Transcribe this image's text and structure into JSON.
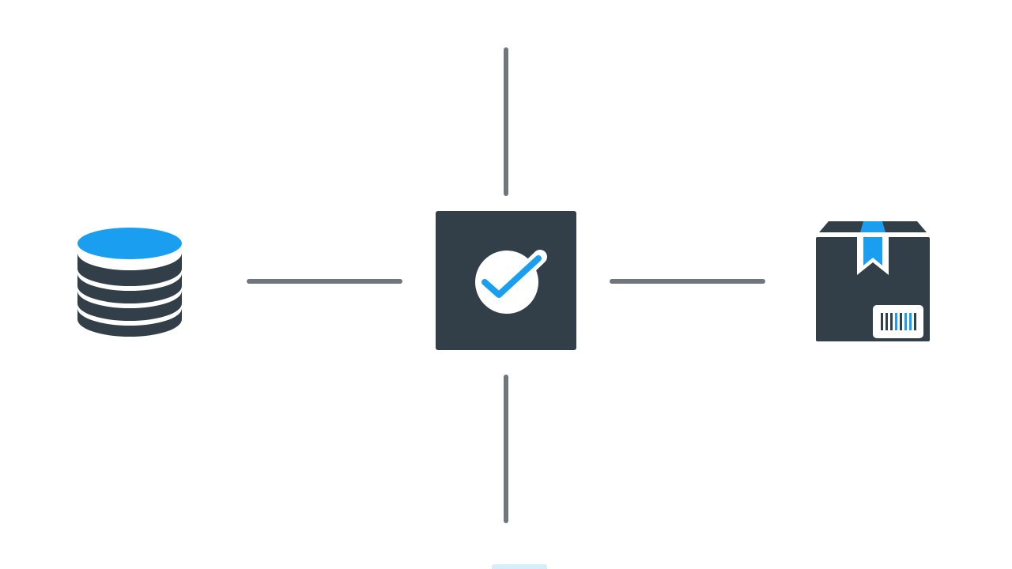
{
  "colors": {
    "background": "#ffffff",
    "dark": "#333f48",
    "accent": "#1a9ef0",
    "connector": "#6f767d",
    "white": "#ffffff"
  },
  "diagram": {
    "center_node": {
      "icon": "check-badge-icon"
    },
    "left_node": {
      "icon": "database-icon"
    },
    "right_node": {
      "icon": "package-icon"
    },
    "connectors": [
      "top",
      "bottom",
      "left",
      "right"
    ]
  }
}
